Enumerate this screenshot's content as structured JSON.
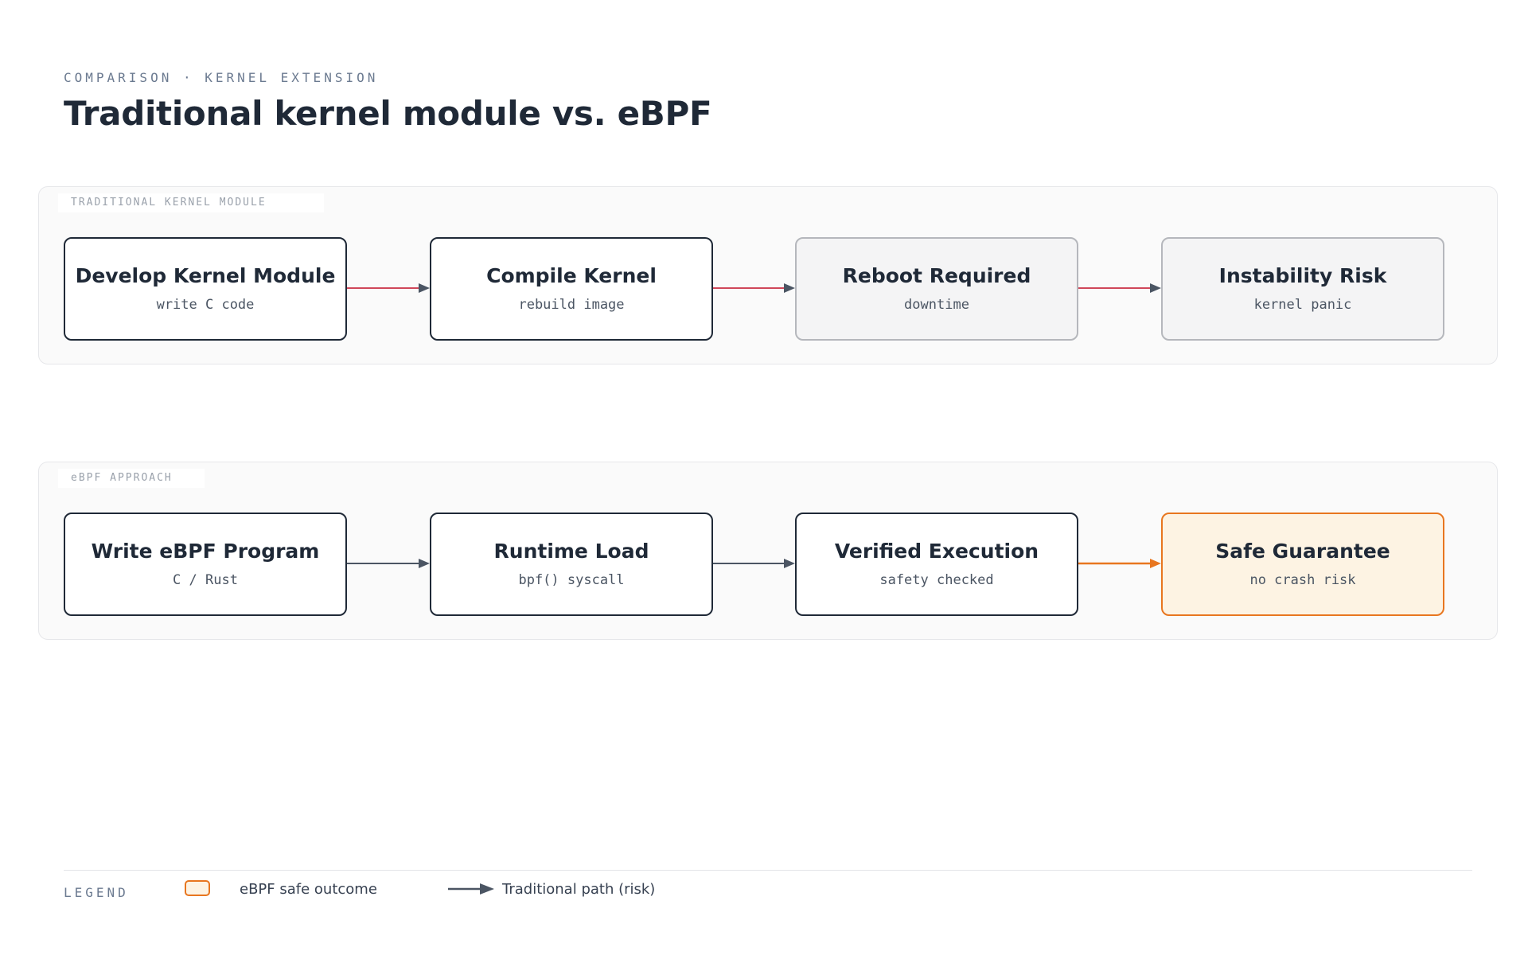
{
  "header": {
    "eyebrow": "COMPARISON · KERNEL EXTENSION",
    "title": "Traditional kernel module vs. eBPF"
  },
  "traditional": {
    "label": "TRADITIONAL KERNEL MODULE",
    "nodes": [
      {
        "title": "Develop Kernel Module",
        "subtitle": "write C code"
      },
      {
        "title": "Compile Kernel",
        "subtitle": "rebuild image"
      },
      {
        "title": "Reboot Required",
        "subtitle": "downtime"
      },
      {
        "title": "Instability Risk",
        "subtitle": "kernel panic"
      }
    ]
  },
  "ebpf": {
    "label": "eBPF APPROACH",
    "nodes": [
      {
        "title": "Write eBPF Program",
        "subtitle": "C / Rust"
      },
      {
        "title": "Runtime Load",
        "subtitle": "bpf() syscall"
      },
      {
        "title": "Verified Execution",
        "subtitle": "safety checked"
      },
      {
        "title": "Safe Guarantee",
        "subtitle": "no crash risk"
      }
    ]
  },
  "legend": {
    "title": "LEGEND",
    "safe_label": "eBPF safe outcome",
    "path_label": "Traditional path (risk)"
  },
  "colors": {
    "risk_arrow": "#d0475a",
    "neutral_arrow": "#4b5563",
    "safe_accent": "#e8761f",
    "safe_fill": "#fdf3e3",
    "ink": "#1f2937"
  }
}
